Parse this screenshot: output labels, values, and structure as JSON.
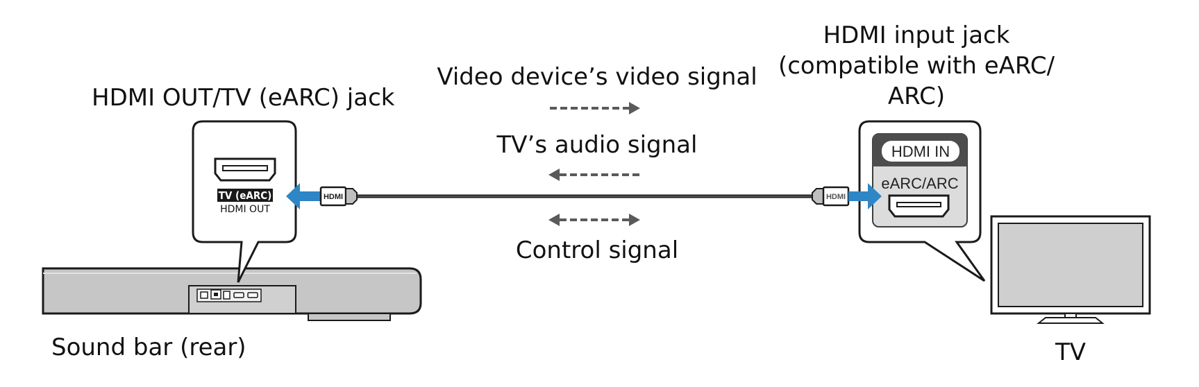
{
  "labels": {
    "hdmi_out_jack": "HDMI OUT/TV (eARC) jack",
    "video_signal": "Video device’s video signal",
    "tv_audio_signal": "TV’s audio signal",
    "control_signal": "Control signal",
    "hdmi_input_line1": "HDMI input jack",
    "hdmi_input_line2": "(compatible with eARC/",
    "hdmi_input_line3": "ARC)",
    "sound_bar": "Sound bar (rear)",
    "tv": "TV"
  },
  "soundbar_callout": {
    "badge": "TV (eARC)",
    "port_label": "HDMI OUT"
  },
  "tv_callout": {
    "header": "HDMI IN",
    "mode": "eARC/ARC"
  },
  "cable": {
    "left_plug": "HDMI",
    "right_plug": "HDMI"
  },
  "colors": {
    "arrow_blue": "#2f86c6",
    "signal_gray": "#5a5a5a",
    "device_gray": "#c6c6c6"
  }
}
